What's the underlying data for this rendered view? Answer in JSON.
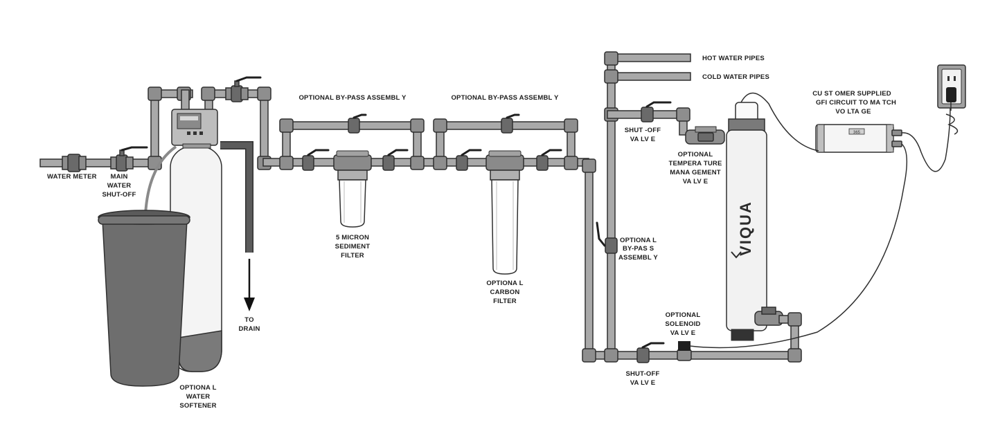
{
  "labels": {
    "water_meter": "WATER METER",
    "main_shutoff": [
      "MAIN",
      "WATER",
      "SHUT-OFF"
    ],
    "to_drain": [
      "TO",
      "DRAIN"
    ],
    "water_softener": [
      "OPTIONA L",
      "WATER",
      "SOFTENER"
    ],
    "bypass_1": "OPTIONAL BY-PASS ASSEMBL Y",
    "bypass_2": "OPTIONAL BY-PASS ASSEMBL Y",
    "sediment_filter": [
      "5 MICRON",
      "SEDIMENT",
      "FILTER"
    ],
    "carbon_filter": [
      "OPTIONA L",
      "CARBON",
      "FILTER"
    ],
    "vertical_bypass": [
      "OPTIONA L",
      "BY-PAS S",
      "ASSEMBL Y"
    ],
    "hot_water": "HOT WATER PIPES",
    "cold_water": "COLD WATER PIPES",
    "shutoff_top": [
      "SHUT -OFF",
      "VA LV E"
    ],
    "temp_valve": [
      "OPTIONAL",
      "TEMPERA TURE",
      "MANA GEMENT",
      "VA LV E"
    ],
    "shutoff_bottom": [
      "SHUT-OFF",
      "VA LV E"
    ],
    "solenoid": [
      "OPTIONAL",
      "SOLENOID",
      "VA LV E"
    ],
    "gfi": [
      "CU ST OMER SUPPLIED",
      "GFI CIRCUIT TO MA TCH",
      "VO LTA GE"
    ],
    "brand": "VIQUA",
    "controller_display": "365"
  },
  "colors": {
    "pipe": "#a9a9a9",
    "fitting": "#8e8e8e",
    "dark": "#6a6a6a",
    "outline": "#2f2f2f"
  }
}
